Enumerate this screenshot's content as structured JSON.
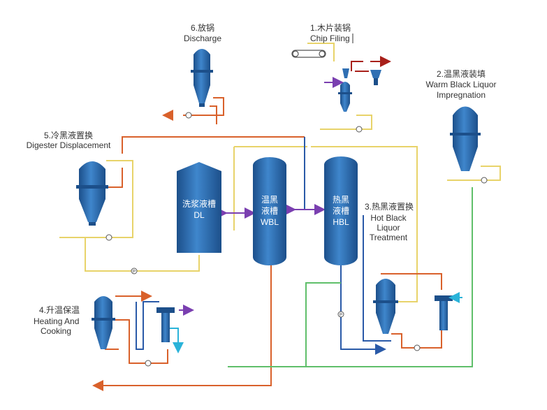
{
  "labels": {
    "chip_filing_cn": "1.木片装锅",
    "chip_filing_en": "Chip Filing",
    "warm_impreg_cn": "2.温黑液装填",
    "warm_impreg_en1": "Warm Black Liquor",
    "warm_impreg_en2": "Impregnation",
    "hot_treat_cn": "3.热黑液置换",
    "hot_treat_en1": "Hot Black",
    "hot_treat_en2": "Liquor",
    "hot_treat_en3": "Treatment",
    "heating_cn": "4.升温保温",
    "heating_en1": "Heating And",
    "heating_en2": "Cooking",
    "displacement_cn": "5.冷黑液置换",
    "displacement_en": "Digester Displacement",
    "discharge_cn": "6.放锅",
    "discharge_en": "Discharge"
  },
  "tanks": {
    "dl_cn": "洗浆液槽",
    "dl_en": "DL",
    "wbl_cn1": "温黑",
    "wbl_cn2": "液槽",
    "wbl_en": "WBL",
    "hbl_cn1": "热黑",
    "hbl_cn2": "液槽",
    "hbl_en": "HBL"
  },
  "symbols": {
    "pump_p": "P"
  },
  "colors": {
    "vessel": "#2f6fb3",
    "vessel_dark": "#1c4f8a",
    "orange_line": "#d9612b",
    "yellow_line": "#e8d36a",
    "blue_line": "#2a5aa8",
    "green_line": "#5fbf6a",
    "purple_arrow": "#7a3fb0",
    "red_arrow": "#a8201a",
    "cyan_arrow": "#2ab3d9"
  }
}
